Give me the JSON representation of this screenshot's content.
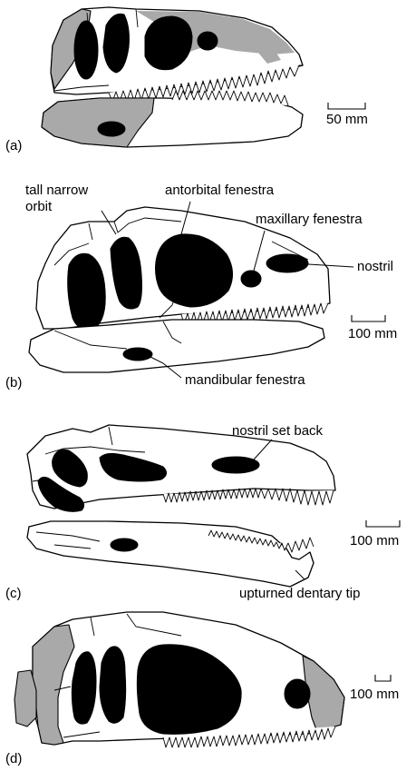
{
  "panels": [
    {
      "id": "a",
      "label": "(a)",
      "scale_text": "50 mm"
    },
    {
      "id": "b",
      "label": "(b)",
      "scale_text": "100 mm"
    },
    {
      "id": "c",
      "label": "(c)",
      "scale_text": "100 mm"
    },
    {
      "id": "d",
      "label": "(d)",
      "scale_text": "100 mm"
    }
  ],
  "annotations": {
    "orbit_line1": "tall narrow",
    "orbit_line2": "orbit",
    "antorbital": "antorbital fenestra",
    "maxillary": "maxillary fenestra",
    "nostril": "nostril",
    "mandibular": "mandibular fenestra",
    "nostril_set_back": "nostril set back",
    "upturned": "upturned dentary tip"
  },
  "colors": {
    "bone": "#ffffff",
    "shaded_bone": "#a9a9a9",
    "opening": "#000000"
  }
}
